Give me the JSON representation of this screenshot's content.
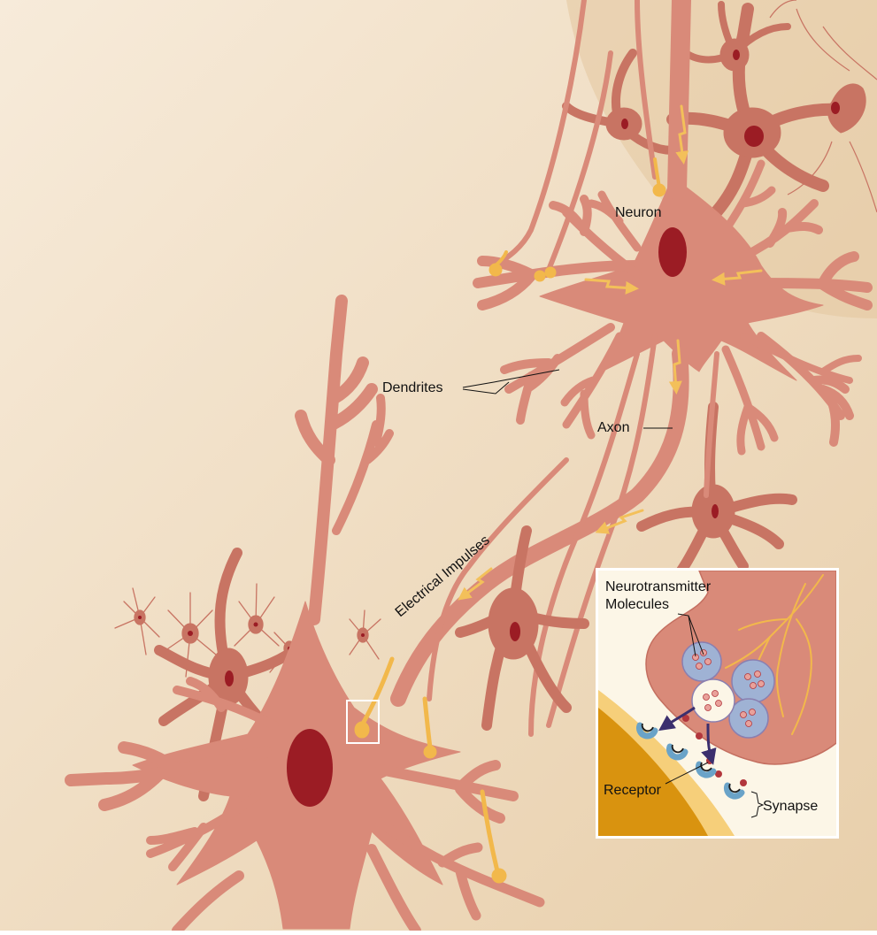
{
  "labels": {
    "neuron": "Neuron",
    "dendrites": "Dendrites",
    "axon": "Axon",
    "electrical_impulses": "Electrical Impulses",
    "neurotransmitter_line1": "Neurotransmitter",
    "neurotransmitter_line2": "Molecules",
    "receptor": "Receptor",
    "synapse": "Synapse"
  },
  "colors": {
    "background_light": "#f6ead8",
    "background_dark": "#e9d2b0",
    "neuron_body": "#d98a79",
    "neuron_dark": "#c46f60",
    "nucleus": "#9b1c24",
    "terminal": "#f2b84b",
    "impulse_arrow": "#f3c05a",
    "inset_bg": "#fcf6e7",
    "inset_membrane": "#f6cf7a",
    "inset_cell": "#d9930f",
    "receptor": "#6aa3c8",
    "vesicle": "#9fb2d4",
    "molecule": "#b2373d",
    "release_arrow": "#3b2f6e"
  }
}
